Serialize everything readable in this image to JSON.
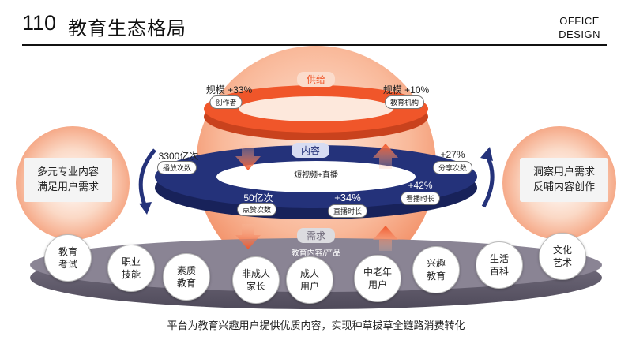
{
  "header": {
    "number": "110",
    "title": "教育生态格局",
    "brand_line1": "OFFICE",
    "brand_line2": "DESIGN"
  },
  "side": {
    "left_line1": "多元专业内容",
    "left_line2": "满足用户需求",
    "right_line1": "洞察用户需求",
    "right_line2": "反哺内容创作"
  },
  "supply": {
    "label": "供给",
    "left_stat": "规模 +33%",
    "left_tag": "创作者",
    "right_stat": "规模 +10%",
    "right_tag": "教育机构"
  },
  "content": {
    "label": "内容",
    "center": "短视频+直播",
    "plays_stat": "3300亿次",
    "plays_tag": "播放次数",
    "share_stat": "+27%",
    "share_tag": "分享次数",
    "likes_stat": "50亿次",
    "likes_tag": "点赞次数",
    "live_stat": "+34%",
    "live_tag": "直播时长",
    "watch_stat": "+42%",
    "watch_tag": "看播时长"
  },
  "demand": {
    "label": "需求",
    "subtitle": "教育内容/产品"
  },
  "users": [
    {
      "line1": "教育",
      "line2": "考试"
    },
    {
      "line1": "职业",
      "line2": "技能"
    },
    {
      "line1": "素质",
      "line2": "教育"
    },
    {
      "line1": "非成人",
      "line2": "家长"
    },
    {
      "line1": "成人",
      "line2": "用户"
    },
    {
      "line1": "中老年",
      "line2": "用户"
    },
    {
      "line1": "兴趣",
      "line2": "教育"
    },
    {
      "line1": "生活",
      "line2": "百科"
    },
    {
      "line1": "文化",
      "line2": "艺术"
    }
  ],
  "footer": "平台为教育兴趣用户提供优质内容，实现种草拔草全链路消费转化",
  "colors": {
    "orange": "#f0562a",
    "navy": "#24327a",
    "gray_disc": "#6f6a7a",
    "peach": "#f8c4a8"
  }
}
